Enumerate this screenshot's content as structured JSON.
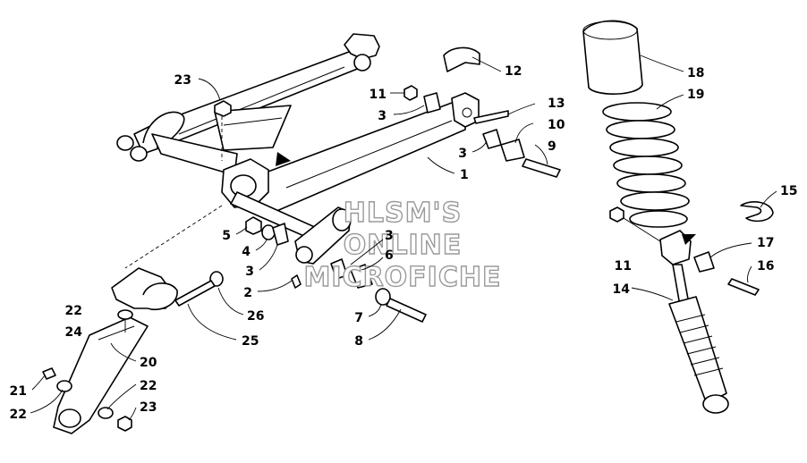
{
  "watermark": {
    "line1": "HLSM'S",
    "line2": "ONLINE",
    "line3": "MICROFICHE"
  },
  "callouts": [
    {
      "id": "c23a",
      "text": "23"
    },
    {
      "id": "c12",
      "text": "12"
    },
    {
      "id": "c11a",
      "text": "11"
    },
    {
      "id": "c13",
      "text": "13"
    },
    {
      "id": "c3a",
      "text": "3"
    },
    {
      "id": "c10",
      "text": "10"
    },
    {
      "id": "c3b",
      "text": "3"
    },
    {
      "id": "c9",
      "text": "9"
    },
    {
      "id": "c1",
      "text": "1"
    },
    {
      "id": "c5",
      "text": "5"
    },
    {
      "id": "c4",
      "text": "4"
    },
    {
      "id": "c3c",
      "text": "3"
    },
    {
      "id": "c3d",
      "text": "3"
    },
    {
      "id": "c6",
      "text": "6"
    },
    {
      "id": "c2",
      "text": "2"
    },
    {
      "id": "c22a",
      "text": "22"
    },
    {
      "id": "c24",
      "text": "24"
    },
    {
      "id": "c26",
      "text": "26"
    },
    {
      "id": "c7",
      "text": "7"
    },
    {
      "id": "c25",
      "text": "25"
    },
    {
      "id": "c8",
      "text": "8"
    },
    {
      "id": "c20",
      "text": "20"
    },
    {
      "id": "c21",
      "text": "21"
    },
    {
      "id": "c22b",
      "text": "22"
    },
    {
      "id": "c22c",
      "text": "22"
    },
    {
      "id": "c23b",
      "text": "23"
    },
    {
      "id": "c18",
      "text": "18"
    },
    {
      "id": "c19",
      "text": "19"
    },
    {
      "id": "c15",
      "text": "15"
    },
    {
      "id": "c17",
      "text": "17"
    },
    {
      "id": "c11b",
      "text": "11"
    },
    {
      "id": "c16",
      "text": "16"
    },
    {
      "id": "c14",
      "text": "14"
    }
  ]
}
